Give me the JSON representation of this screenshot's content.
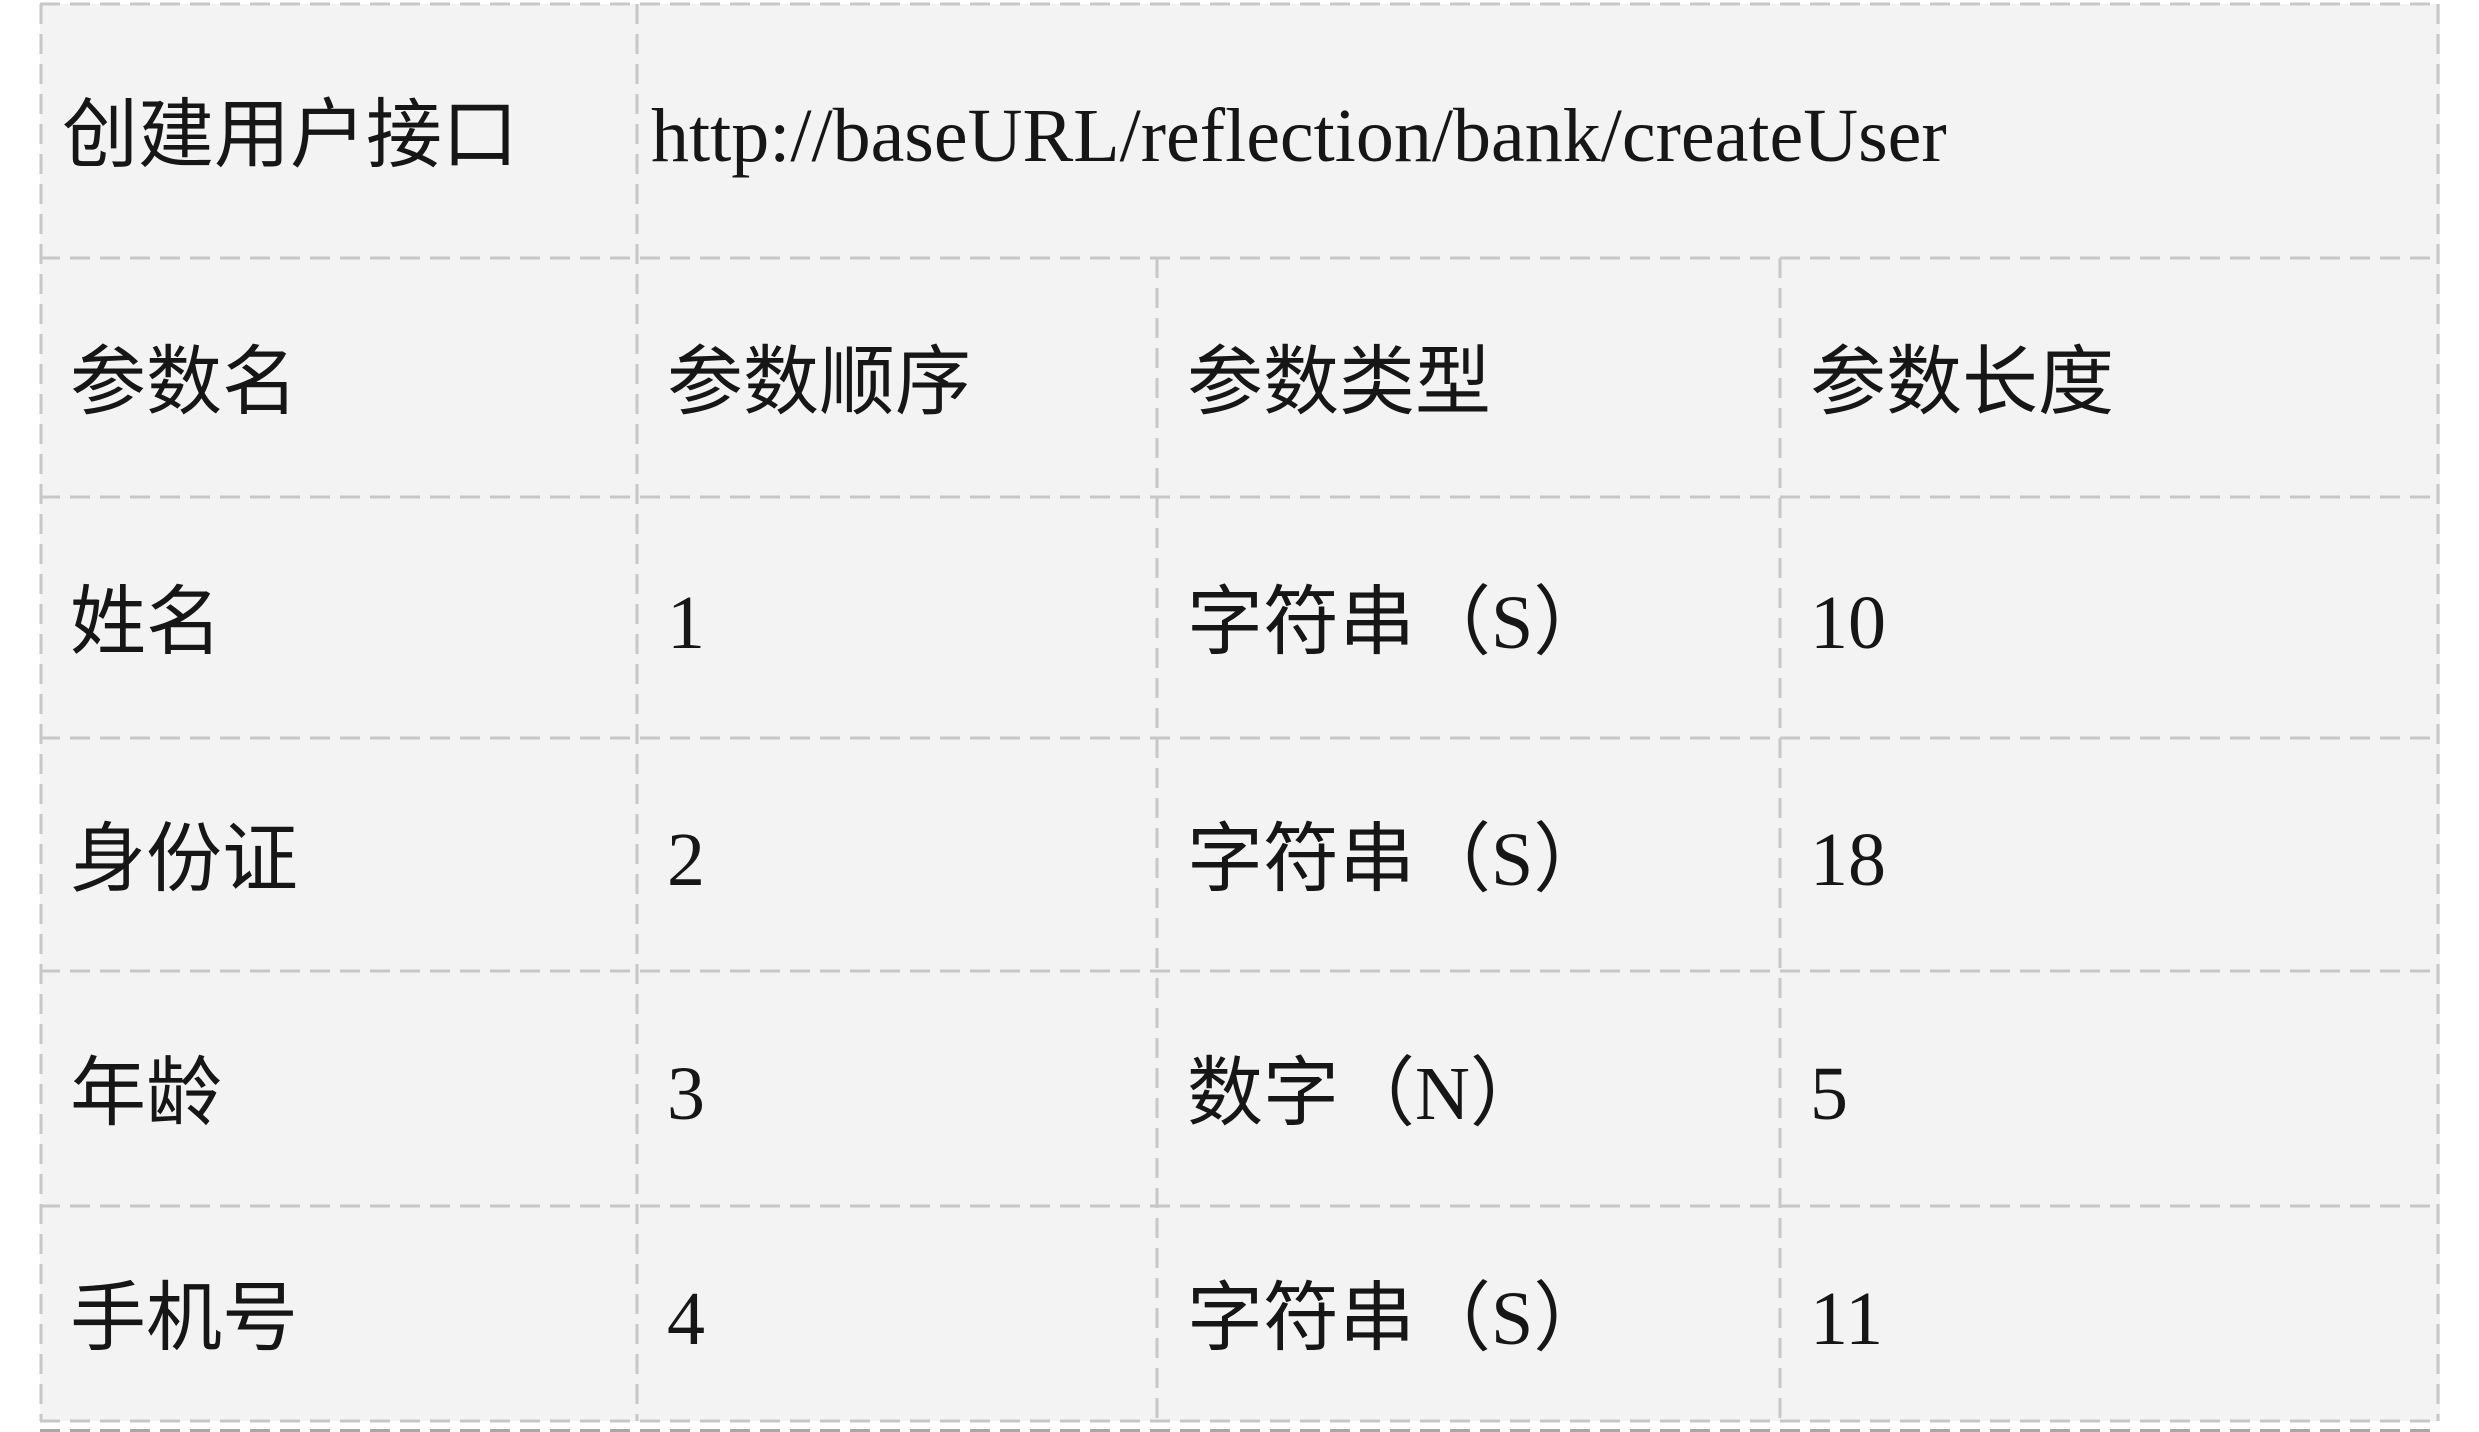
{
  "table": {
    "colors": {
      "page_background": "#ffffff",
      "cell_background": "#f3f3f3",
      "grid_line": "#c7c7c7",
      "text": "#161616"
    },
    "endpoint": {
      "label": "创建用户接口",
      "url": "http://baseURL/reflection/bank/createUser"
    },
    "headers": {
      "name": "参数名",
      "order": "参数顺序",
      "type": "参数类型",
      "length": "参数长度"
    },
    "rows": [
      {
        "name": "姓名",
        "order": "1",
        "type": "字符串（S）",
        "length": "10"
      },
      {
        "name": "身份证",
        "order": "2",
        "type": "字符串（S）",
        "length": "18"
      },
      {
        "name": "年龄",
        "order": "3",
        "type": "数字（N）",
        "length": "5"
      },
      {
        "name": "手机号",
        "order": "4",
        "type": "字符串（S）",
        "length": "11"
      }
    ]
  }
}
